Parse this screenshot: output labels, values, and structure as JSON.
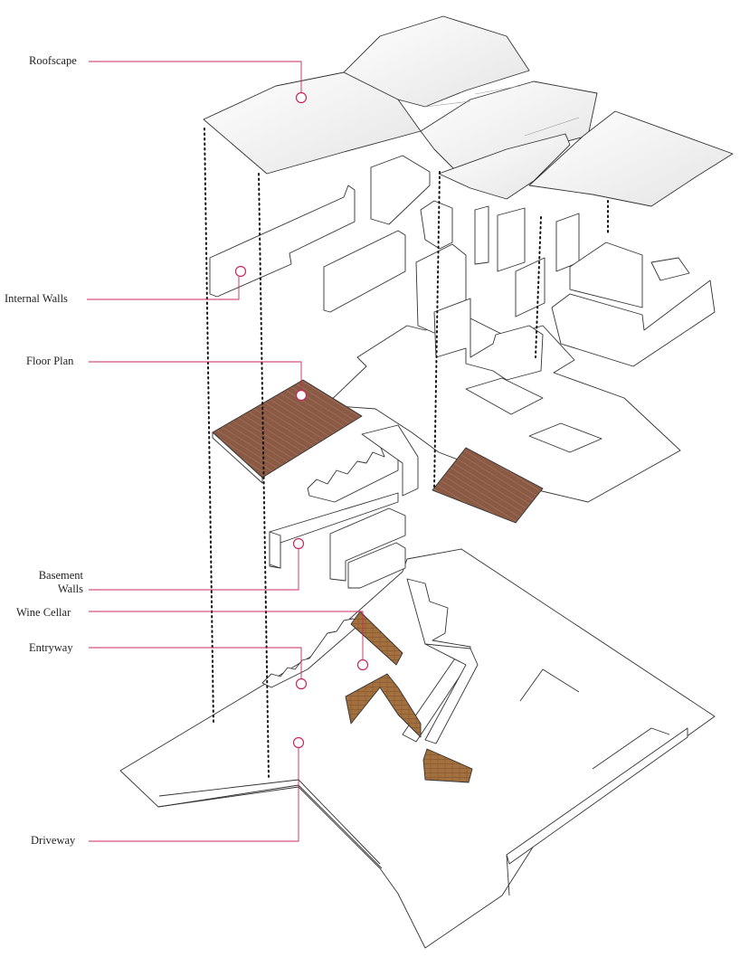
{
  "labels": {
    "roofscape": "Roofscape",
    "internal_walls": "Internal Walls",
    "floor_plan": "Floor Plan",
    "basement_walls_line1": "Basement",
    "basement_walls_line2": "Walls",
    "wine_cellar": "Wine Cellar",
    "entryway": "Entryway",
    "driveway": "Driveway"
  },
  "colors": {
    "leader": "#c8285a",
    "outline": "#333333",
    "roof_fill": "#f6f6f6",
    "wood": "#8b5a45",
    "brick": "#a3703f"
  }
}
